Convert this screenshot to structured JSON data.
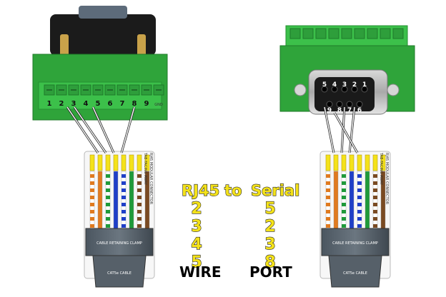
{
  "mapping": {
    "header_left": "RJ45",
    "header_mid": "to",
    "header_right": "Serial",
    "rows": [
      {
        "wire": "2",
        "port": "5"
      },
      {
        "wire": "3",
        "port": "2"
      },
      {
        "wire": "4",
        "port": "3"
      },
      {
        "wire": "5",
        "port": "8"
      }
    ],
    "footer_left": "WIRE",
    "footer_right": "PORT"
  },
  "left_terminal": {
    "labels": [
      "1",
      "2",
      "3",
      "4",
      "5",
      "6",
      "7",
      "8",
      "9",
      "GND"
    ]
  },
  "db9_pins": {
    "top": [
      "5",
      "4",
      "3",
      "2",
      "1"
    ],
    "bottom": [
      "9",
      "8",
      "7",
      "6"
    ]
  },
  "rj45_plug": {
    "side_label_1": "RJ45 MODULAR CONNECTOR",
    "side_label_2": "TAB FACING AWAY",
    "clamp_label": "CABLE RETAINING CLAMP",
    "cable_label": "CAT5e CABLE"
  },
  "colors": {
    "pcb_green": "#2fa43a",
    "terminal_green": "#3cc04a",
    "highlight_yellow": "#f4e21a",
    "wire_orange": "#e07a1f",
    "wire_green": "#1f9a3a",
    "wire_blue": "#1f3fc8",
    "wire_brown": "#7a4a22"
  }
}
